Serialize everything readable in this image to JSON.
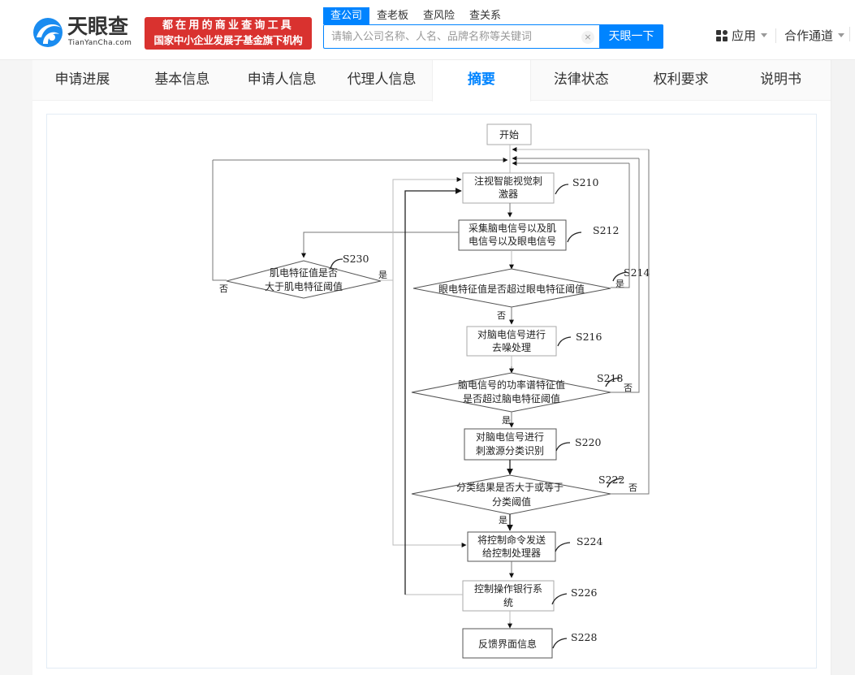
{
  "header": {
    "logo": {
      "name": "天眼查",
      "url_text": "TianYanCha.com"
    },
    "slogan": {
      "line1": "都在用的商业查询工具",
      "line2": "国家中小企业发展子基金旗下机构"
    },
    "search": {
      "tabs": [
        {
          "label": "查公司",
          "active": true
        },
        {
          "label": "查老板",
          "active": false
        },
        {
          "label": "查风险",
          "active": false
        },
        {
          "label": "查关系",
          "active": false
        }
      ],
      "placeholder": "请输入公司名称、人名、品牌名称等关键词",
      "value": "",
      "clear_label": "×",
      "button_label": "天眼一下"
    },
    "nav": [
      {
        "label": "应用",
        "icon": "apps-grid-icon"
      },
      {
        "label": "合作通道",
        "icon": null
      }
    ]
  },
  "tabs": [
    {
      "label": "申请进展",
      "active": false
    },
    {
      "label": "基本信息",
      "active": false
    },
    {
      "label": "申请人信息",
      "active": false
    },
    {
      "label": "代理人信息",
      "active": false
    },
    {
      "label": "摘要",
      "active": true
    },
    {
      "label": "法律状态",
      "active": false
    },
    {
      "label": "权利要求",
      "active": false
    },
    {
      "label": "说明书",
      "active": false
    }
  ],
  "flowchart": {
    "start": "开始",
    "nodes": {
      "s210": {
        "lines": [
          "注视智能视觉刺",
          "激器"
        ],
        "step": "S210"
      },
      "s212": {
        "lines": [
          "采集脑电信号以及肌",
          "电信号以及眼电信号"
        ],
        "step": "S212"
      },
      "s214": {
        "lines": [
          "眼电特征值是否超过眼电特征阈值"
        ],
        "step": "S214"
      },
      "s216": {
        "lines": [
          "对脑电信号进行",
          "去噪处理"
        ],
        "step": "S216"
      },
      "s218": {
        "lines": [
          "脑电信号的功率谱特征值",
          "是否超过脑电特征阈值"
        ],
        "step": "S218"
      },
      "s220": {
        "lines": [
          "对脑电信号进行",
          "刺激源分类识别"
        ],
        "step": "S220"
      },
      "s222": {
        "lines": [
          "分类结果是否大于或等于",
          "分类阈值"
        ],
        "step": "S222"
      },
      "s224": {
        "lines": [
          "将控制命令发送",
          "给控制处理器"
        ],
        "step": "S224"
      },
      "s226": {
        "lines": [
          "控制操作银行系",
          "统"
        ],
        "step": "S226"
      },
      "s228": {
        "lines": [
          "反馈界面信息"
        ],
        "step": "S228"
      },
      "s230": {
        "lines": [
          "肌电特征值是否",
          "大于肌电特征阈值"
        ],
        "step": "S230"
      }
    },
    "labels": {
      "yes": "是",
      "no": "否"
    }
  },
  "colors": {
    "brand": "#0084ff",
    "slogan_bg": "#d9322f",
    "active_tab": "#0084ff"
  }
}
